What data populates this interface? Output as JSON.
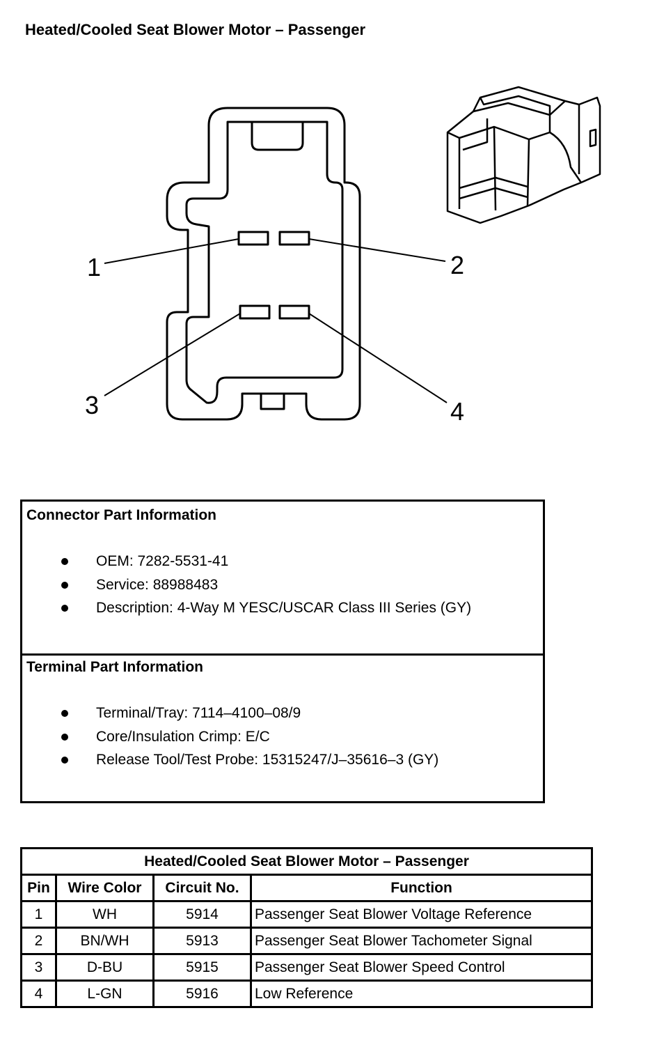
{
  "page": {
    "title": "Heated/Cooled Seat Blower Motor – Passenger"
  },
  "diagram": {
    "pin_labels": [
      "1",
      "2",
      "3",
      "4"
    ]
  },
  "connector_info": {
    "heading": "Connector Part Information",
    "items": [
      "OEM: 7282-5531-41",
      "Service: 88988483",
      "Description: 4-Way M YESC/USCAR Class III Series (GY)"
    ]
  },
  "terminal_info": {
    "heading": "Terminal Part Information",
    "items": [
      "Terminal/Tray: 7114–4100–08/9",
      "Core/Insulation Crimp: E/C",
      "Release Tool/Test Probe: 15315247/J–35616–3 (GY)"
    ]
  },
  "pin_table": {
    "title": "Heated/Cooled Seat Blower Motor – Passenger",
    "headers": [
      "Pin",
      "Wire Color",
      "Circuit No.",
      "Function"
    ],
    "rows": [
      [
        "1",
        "WH",
        "5914",
        "Passenger Seat Blower Voltage Reference"
      ],
      [
        "2",
        "BN/WH",
        "5913",
        "Passenger Seat Blower Tachometer Signal"
      ],
      [
        "3",
        "D-BU",
        "5915",
        "Passenger Seat Blower Speed Control"
      ],
      [
        "4",
        "L-GN",
        "5916",
        "Low Reference"
      ]
    ]
  }
}
